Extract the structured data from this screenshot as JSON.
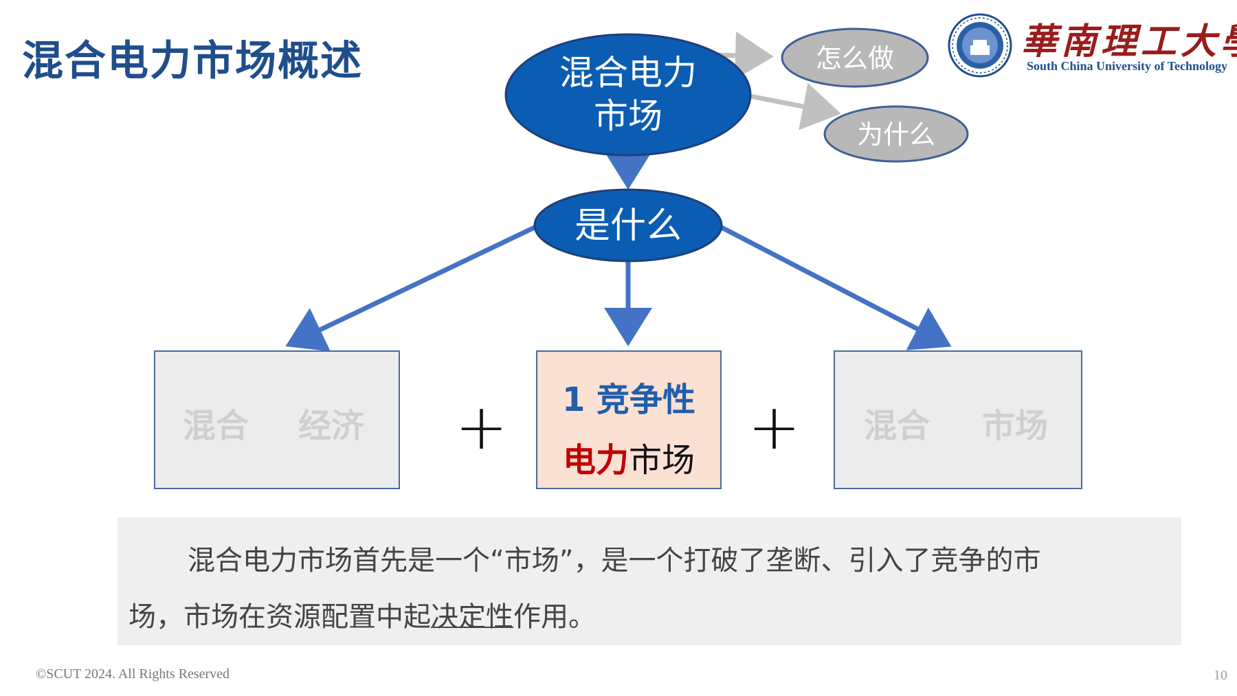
{
  "slide": {
    "title": "混合电力市场概述",
    "footer": "©SCUT 2024. All Rights Reserved",
    "page_number": "10"
  },
  "logo": {
    "name_cn": "華南理工大學",
    "name_en": "South China University of Technology",
    "seal_icon": "university-seal-icon",
    "brand_color": "#9b1c1c"
  },
  "diagram": {
    "center_node": {
      "line1": "混合电力",
      "line2": "市场"
    },
    "side_nodes": {
      "how": "怎么做",
      "why": "为什么"
    },
    "what_node": "是什么",
    "boxes": {
      "left": {
        "word1": "混合",
        "word2": "经济"
      },
      "middle": {
        "line1": "1 竞争性",
        "line2_red": "电力",
        "line2_black": "市场"
      },
      "right": {
        "word1": "混合",
        "word2": "市场"
      }
    },
    "operators": {
      "plus1": "+",
      "plus2": "+"
    },
    "colors": {
      "node_blue": "#0a5db3",
      "grey_node": "#b8b8b8",
      "arrow_blue": "#4472c4",
      "pink_box": "#fbe0d4"
    }
  },
  "description": {
    "line1": "混合电力市场首先是一个“市场”，是一个打破了垄断、引入了竞争的市",
    "line2_a": "场，市场在资源配置中起",
    "line2_underline": "决定性",
    "line2_b": "作用。"
  }
}
